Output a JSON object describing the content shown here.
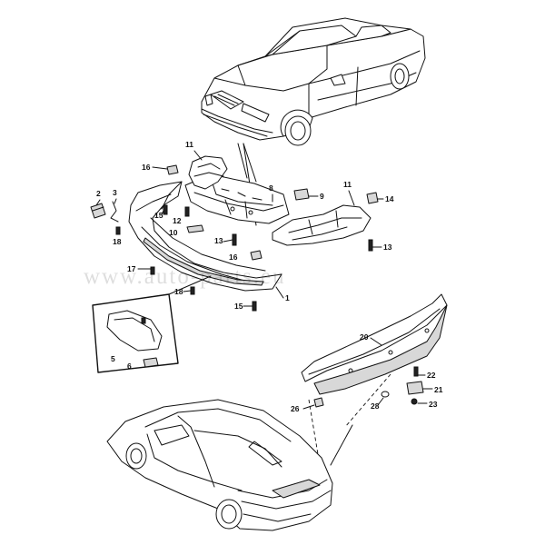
{
  "watermark": "www.auto-parts.eu",
  "callouts": [
    {
      "label": "11"
    },
    {
      "label": "16"
    },
    {
      "label": "8"
    },
    {
      "label": "9"
    },
    {
      "label": "11"
    },
    {
      "label": "14"
    },
    {
      "label": "2"
    },
    {
      "label": "3"
    },
    {
      "label": "15"
    },
    {
      "label": "12"
    },
    {
      "label": "10"
    },
    {
      "label": "13"
    },
    {
      "label": "18"
    },
    {
      "label": "13"
    },
    {
      "label": "16"
    },
    {
      "label": "17"
    },
    {
      "label": "18"
    },
    {
      "label": "1"
    },
    {
      "label": "15"
    },
    {
      "label": "5"
    },
    {
      "label": "6"
    },
    {
      "label": "20"
    },
    {
      "label": "22"
    },
    {
      "label": "21"
    },
    {
      "label": "26"
    },
    {
      "label": "28"
    },
    {
      "label": "23"
    }
  ]
}
